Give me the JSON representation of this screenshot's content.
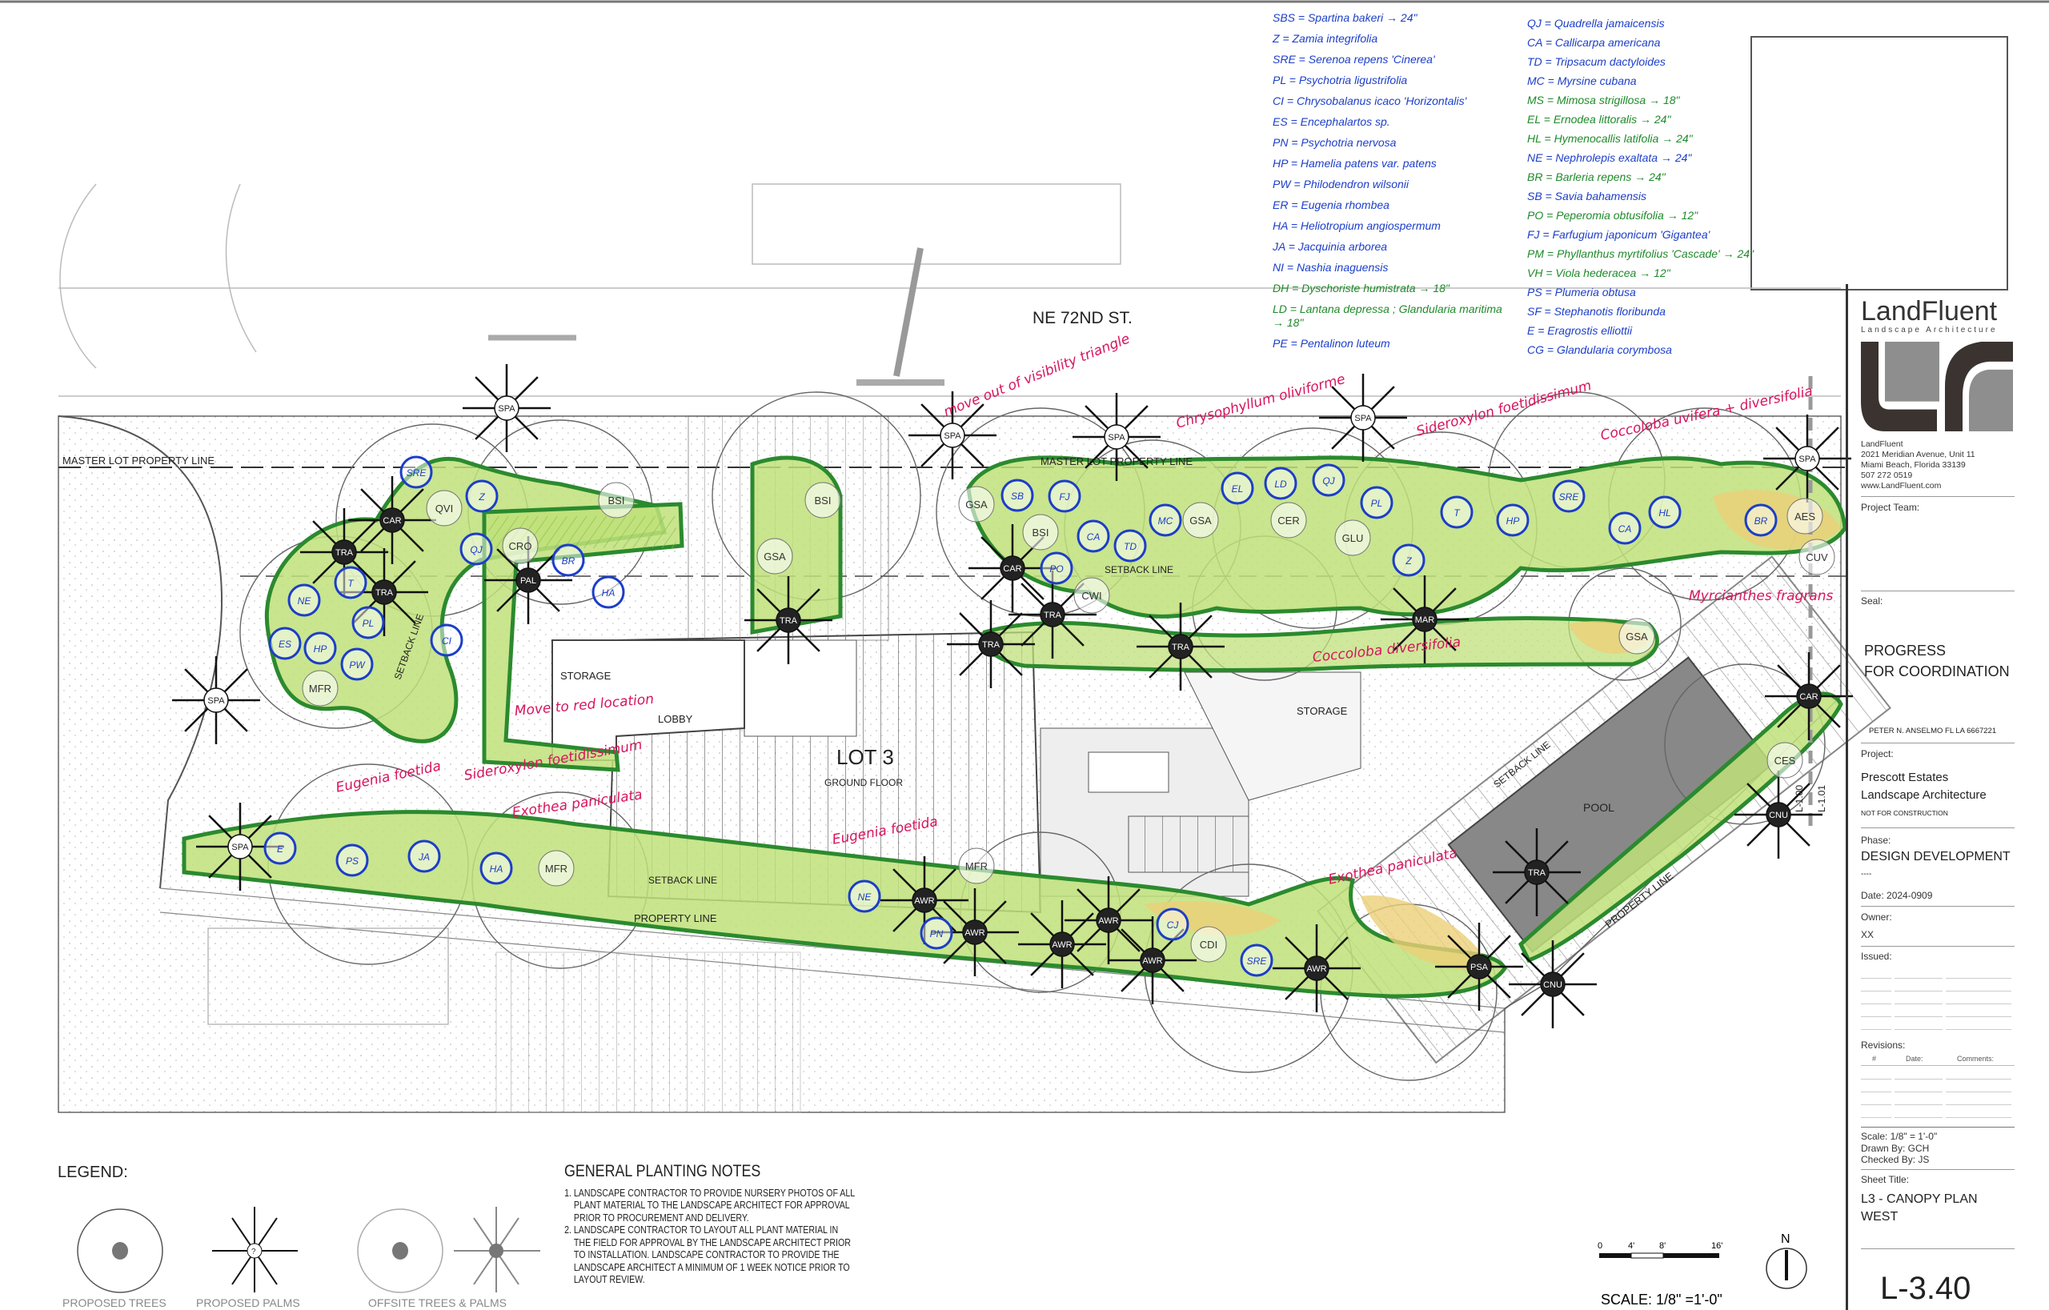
{
  "plant_list": {
    "column_1": [
      {
        "text": "SBS = Spartina bakeri → 24\"",
        "color": "blue"
      },
      {
        "text": "Z = Zamia integrifolia",
        "color": "blue"
      },
      {
        "text": "SRE = Serenoa repens 'Cinerea'",
        "color": "blue"
      },
      {
        "text": "PL = Psychotria ligustrifolia",
        "color": "blue"
      },
      {
        "text": "CI = Chrysobalanus icaco 'Horizontalis'",
        "color": "blue"
      },
      {
        "text": "ES = Encephalartos sp.",
        "color": "blue"
      },
      {
        "text": "PN = Psychotria nervosa",
        "color": "blue"
      },
      {
        "text": "HP = Hamelia patens var. patens",
        "color": "blue"
      },
      {
        "text": "PW = Philodendron wilsonii",
        "color": "blue"
      },
      {
        "text": "ER = Eugenia rhombea",
        "color": "blue"
      },
      {
        "text": "HA = Heliotropium angiospermum",
        "color": "blue"
      },
      {
        "text": "JA = Jacquinia arborea",
        "color": "blue"
      },
      {
        "text": "NI = Nashia inaguensis",
        "color": "blue"
      },
      {
        "text": "DH = Dyschoriste humistrata → 18\"",
        "color": "green"
      },
      {
        "text": "LD = Lantana depressa ; Glandularia maritima → 18\"",
        "color": "green"
      },
      {
        "text": "PE = Pentalinon luteum",
        "color": "blue"
      }
    ],
    "column_2": [
      {
        "text": "QJ = Quadrella jamaicensis",
        "color": "blue"
      },
      {
        "text": "CA = Callicarpa americana",
        "color": "blue"
      },
      {
        "text": "TD = Tripsacum dactyloides",
        "color": "blue"
      },
      {
        "text": "MC = Myrsine cubana",
        "color": "blue"
      },
      {
        "text": "MS = Mimosa strigillosa → 18\"",
        "color": "green"
      },
      {
        "text": "EL = Ernodea littoralis → 24\"",
        "color": "green"
      },
      {
        "text": "HL = Hymenocallis latifolia → 24\"",
        "color": "green"
      },
      {
        "text": "NE = Nephrolepis exaltata → 24\"",
        "color": "blue"
      },
      {
        "text": "BR = Barleria repens → 24\"",
        "color": "green"
      },
      {
        "text": "SB = Savia bahamensis",
        "color": "blue"
      },
      {
        "text": "PO = Peperomia obtusifolia → 12\"",
        "color": "green"
      },
      {
        "text": "FJ = Farfugium japonicum 'Gigantea'",
        "color": "blue"
      },
      {
        "text": "PM = Phyllanthus myrtifolius 'Cascade' → 24\"",
        "color": "green"
      },
      {
        "text": "VH = Viola hederacea → 12\"",
        "color": "green"
      },
      {
        "text": "PS = Plumeria obtusa",
        "color": "blue"
      },
      {
        "text": "SF = Stephanotis floribunda",
        "color": "blue"
      },
      {
        "text": "E = Eragrostis elliottii",
        "color": "blue"
      },
      {
        "text": "CG = Glandularia corymbosa",
        "color": "blue"
      }
    ]
  },
  "annotations": [
    "move out of visibility triangle",
    "Chrysophyllum oliviforme",
    "Sideroxylon foetidissimum",
    "Coccoloba uvifera + diversifolia",
    "Myrcianthes fragrans",
    "Coccoloba diversifolia",
    "Move to red location",
    "Eugenia foetida",
    "Sideroxylon foetidissimum",
    "Exothea paniculata",
    "Eugenia foetida",
    "Exothea paniculata"
  ],
  "plan": {
    "street": "NE 72ND ST.",
    "master_lot_line": "MASTER LOT PROPERTY LINE",
    "master_lot_line_2": "MASTER LOT PROPERTY LINE",
    "lot": "LOT 3",
    "ground_floor": "GROUND FLOOR",
    "storage_1": "STORAGE",
    "lobby": "LOBBY",
    "storage_2": "STORAGE",
    "pool": "POOL",
    "setback_line": "SETBACK LINE",
    "setback_line_2": "SETBACK LINE",
    "setback_line_3": "SETBACK LINE",
    "setback_line_4": "SETBACK LINE",
    "property_line": "PROPERTY LINE",
    "property_line_2": "PROPERTY LINE",
    "match_line_1": "L-1.00",
    "match_line_2": "L-1.01",
    "palms": [
      "SPA",
      "SPA",
      "SPA",
      "SPA",
      "SPA",
      "SPA",
      "SPA",
      "TRA",
      "TRA",
      "TRA",
      "TRA",
      "TRA",
      "TRA",
      "AWR",
      "AWR",
      "AWR",
      "AWR",
      "AWR",
      "AWR",
      "CAR",
      "CAR",
      "PAL",
      "CNU",
      "CNU",
      "MAR",
      "PSA",
      "TRA",
      "CAR"
    ],
    "trees": [
      "QVI",
      "BSI",
      "BSI",
      "GSA",
      "CRO",
      "GSA",
      "MFR",
      "BSI",
      "CWI",
      "CER",
      "GLU",
      "AES",
      "CUV",
      "GSA",
      "CES",
      "MFR",
      "CDI",
      "MFR",
      "GSA"
    ],
    "shrubs": [
      "SRE",
      "Z",
      "QJ",
      "T",
      "PL",
      "NE",
      "HP",
      "PW",
      "CI",
      "ES",
      "HA",
      "BR",
      "SB",
      "PO",
      "FJ",
      "CA",
      "TD",
      "MC",
      "EL",
      "LD",
      "QJ",
      "PL",
      "Z",
      "T",
      "HP",
      "SRE",
      "CA",
      "HL",
      "BR",
      "E",
      "PS",
      "JA",
      "HA",
      "NE",
      "PN",
      "CJ"
    ]
  },
  "legend": {
    "title": "LEGEND:",
    "items": [
      "PROPOSED TREES",
      "PROPOSED PALMS",
      "OFFSITE TREES & PALMS"
    ],
    "palm_mark": "?"
  },
  "notes": {
    "title": "GENERAL PLANTING NOTES",
    "items": [
      "LANDSCAPE CONTRACTOR  TO PROVIDE NURSERY PHOTOS OF ALL PLANT MATERIAL TO THE LANDSCAPE ARCHITECT FOR APPROVAL PRIOR TO PROCUREMENT AND DELIVERY.",
      "LANDSCAPE CONTRACTOR TO LAYOUT ALL PLANT MATERIAL IN THE FIELD FOR APPROVAL BY THE LANDSCAPE ARCHITECT PRIOR TO INSTALLATION. LANDSCAPE CONTRACTOR TO PROVIDE THE LANDSCAPE ARCHITECT A MINIMUM OF 1 WEEK NOTICE PRIOR TO LAYOUT REVIEW."
    ]
  },
  "scale_bar": {
    "ticks": [
      "0",
      "4'",
      "8'",
      "16'"
    ],
    "label": "SCALE: 1/8\" =1'-0\"",
    "north": "N"
  },
  "title_block": {
    "firm": "LandFluent",
    "firm_sub": "Landscape Architecture",
    "address": [
      "LandFluent",
      "2021 Meridian Avenue, Unit 11",
      "Miami Beach, Florida 33139",
      "507 272 0519",
      "www.LandFluent.com"
    ],
    "project_team_label": "Project Team:",
    "seal_label": "Seal:",
    "seal_text_1": "PROGRESS",
    "seal_text_2": "FOR COORDINATION",
    "seal_name": "PETER N. ANSELMO FL LA 6667221",
    "project_label": "Project:",
    "project_1": "Prescott Estates",
    "project_2": "Landscape Architecture",
    "not_for_construction": "NOT FOR CONSTRUCTION",
    "phase_label": "Phase:",
    "phase": "DESIGN DEVELOPMENT",
    "phase_dash": "----",
    "date": "Date: 2024-0909",
    "owner_label": "Owner:",
    "owner": "XX",
    "issued_label": "Issued:",
    "revisions_label": "Revisions:",
    "rev_cols": [
      "#",
      "Date:",
      "Comments:"
    ],
    "scale": "Scale:  1/8\" = 1'-0\"",
    "drawn_by": "Drawn By:  GCH",
    "checked_by": "Checked By:  JS",
    "sheet_title_label": "Sheet Title:",
    "sheet_title_1": "L3 - CANOPY PLAN",
    "sheet_title_2": "WEST",
    "sheet_number": "L-3.40"
  },
  "colors": {
    "bed_fill": "#bfe07a",
    "bed_stroke": "#2b8a2e",
    "blue_ink": "#1c3ec8",
    "green_ink": "#1f8a2a",
    "red_ink": "#d8145e",
    "accent_bed": "#eccf78"
  }
}
